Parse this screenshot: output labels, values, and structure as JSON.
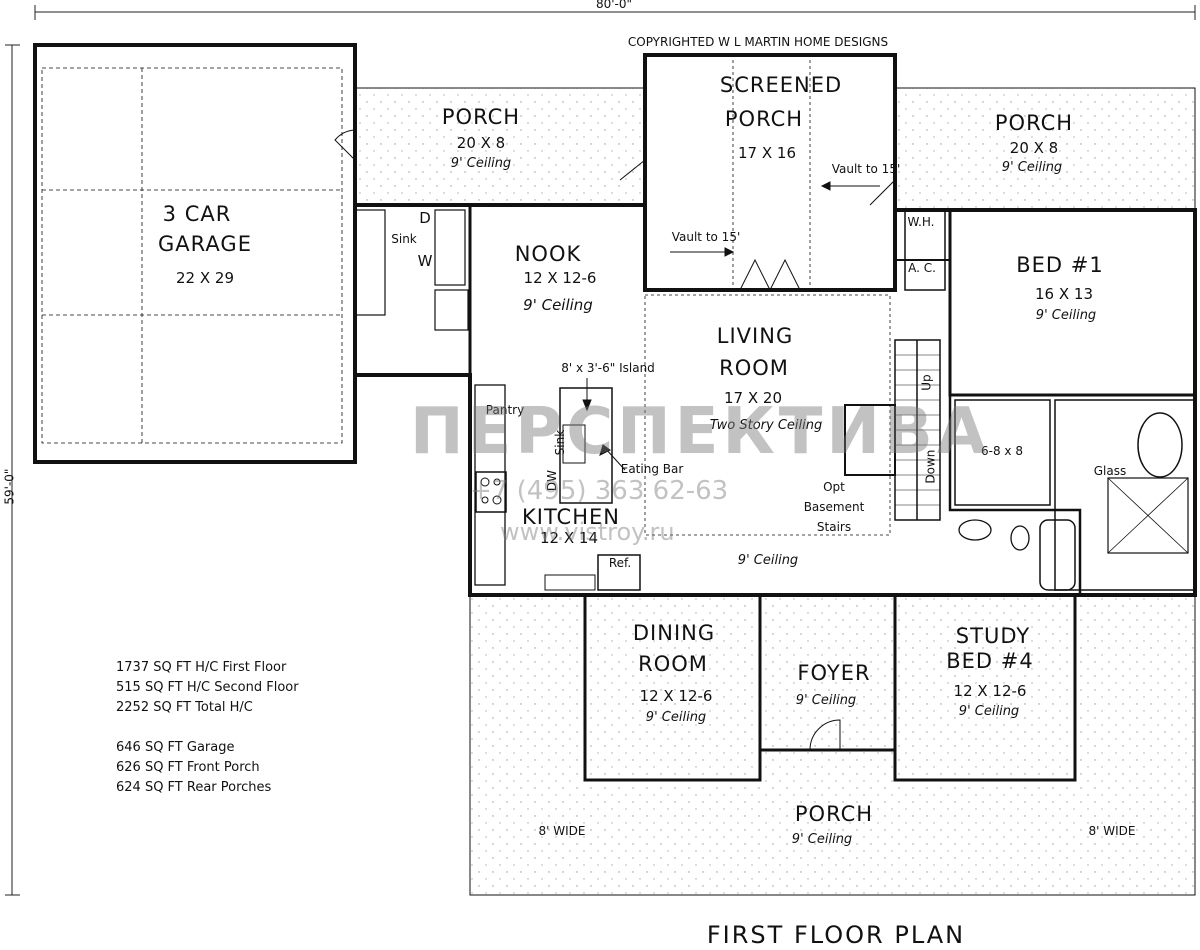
{
  "title": "FIRST FLOOR PLAN",
  "copyright": "COPYRIGHTED W L MARTIN HOME DESIGNS",
  "dimensions": {
    "width": "80'-0\"",
    "depth": "59'-0\""
  },
  "rooms": {
    "garage": {
      "name1": "3 CAR",
      "name2": "GARAGE",
      "size": "22 X 29"
    },
    "porch_rear_left": {
      "name": "PORCH",
      "size": "20 X 8",
      "ceiling": "9' Ceiling"
    },
    "screened_porch": {
      "name1": "SCREENED",
      "name2": "PORCH",
      "size": "17 X 16",
      "vault_right": "Vault to 15'",
      "vault_left": "Vault to 15'"
    },
    "porch_rear_right": {
      "name": "PORCH",
      "size": "20 X 8",
      "ceiling": "9' Ceiling"
    },
    "laundry": {
      "sink": "Sink",
      "dryer": "D",
      "washer": "W"
    },
    "nook": {
      "name": "NOOK",
      "size": "12 X 12-6",
      "ceiling": "9' Ceiling"
    },
    "island": {
      "label": "8' x 3'-6\" Island",
      "sink": "Sink",
      "dw": "DW",
      "eating_bar": "Eating Bar"
    },
    "pantry": {
      "name": "Pantry"
    },
    "kitchen": {
      "name": "KITCHEN",
      "size": "12 X 14",
      "ref": "Ref."
    },
    "living": {
      "name1": "LIVING",
      "name2": "ROOM",
      "size": "17 X 20",
      "ceiling": "Two Story Ceiling"
    },
    "stairs": {
      "up": "Up",
      "down": "Down",
      "label1": "Opt",
      "label2": "Basement",
      "label3": "Stairs"
    },
    "utility": {
      "wh": "W.H.",
      "ac": "A. C."
    },
    "bed1": {
      "name": "BED #1",
      "size": "16 X 13",
      "ceiling": "9' Ceiling"
    },
    "closet": {
      "size": "6-8 x 8"
    },
    "bath": {
      "glass": "Glass"
    },
    "hall": {
      "ceiling": "9' Ceiling"
    },
    "dining": {
      "name1": "DINING",
      "name2": "ROOM",
      "size": "12 X 12-6",
      "ceiling": "9' Ceiling"
    },
    "foyer": {
      "name": "FOYER",
      "ceiling": "9' Ceiling"
    },
    "study": {
      "name1": "STUDY",
      "name2": "BED #4",
      "size": "12 X 12-6",
      "ceiling": "9' Ceiling"
    },
    "front_porch": {
      "name": "PORCH",
      "ceiling": "9' Ceiling",
      "wide_left": "8' WIDE",
      "wide_right": "8' WIDE"
    }
  },
  "stats": [
    "1737 SQ FT H/C First Floor",
    "515 SQ FT H/C Second Floor",
    "2252 SQ FT Total H/C",
    "",
    "646 SQ FT Garage",
    "626 SQ FT Front Porch",
    "624 SQ FT Rear Porches"
  ],
  "watermark": {
    "logo": "ПЕРСПЕКТИВА",
    "phone": "+7 (495) 363 62-63",
    "site": "www.vistroy.ru"
  }
}
